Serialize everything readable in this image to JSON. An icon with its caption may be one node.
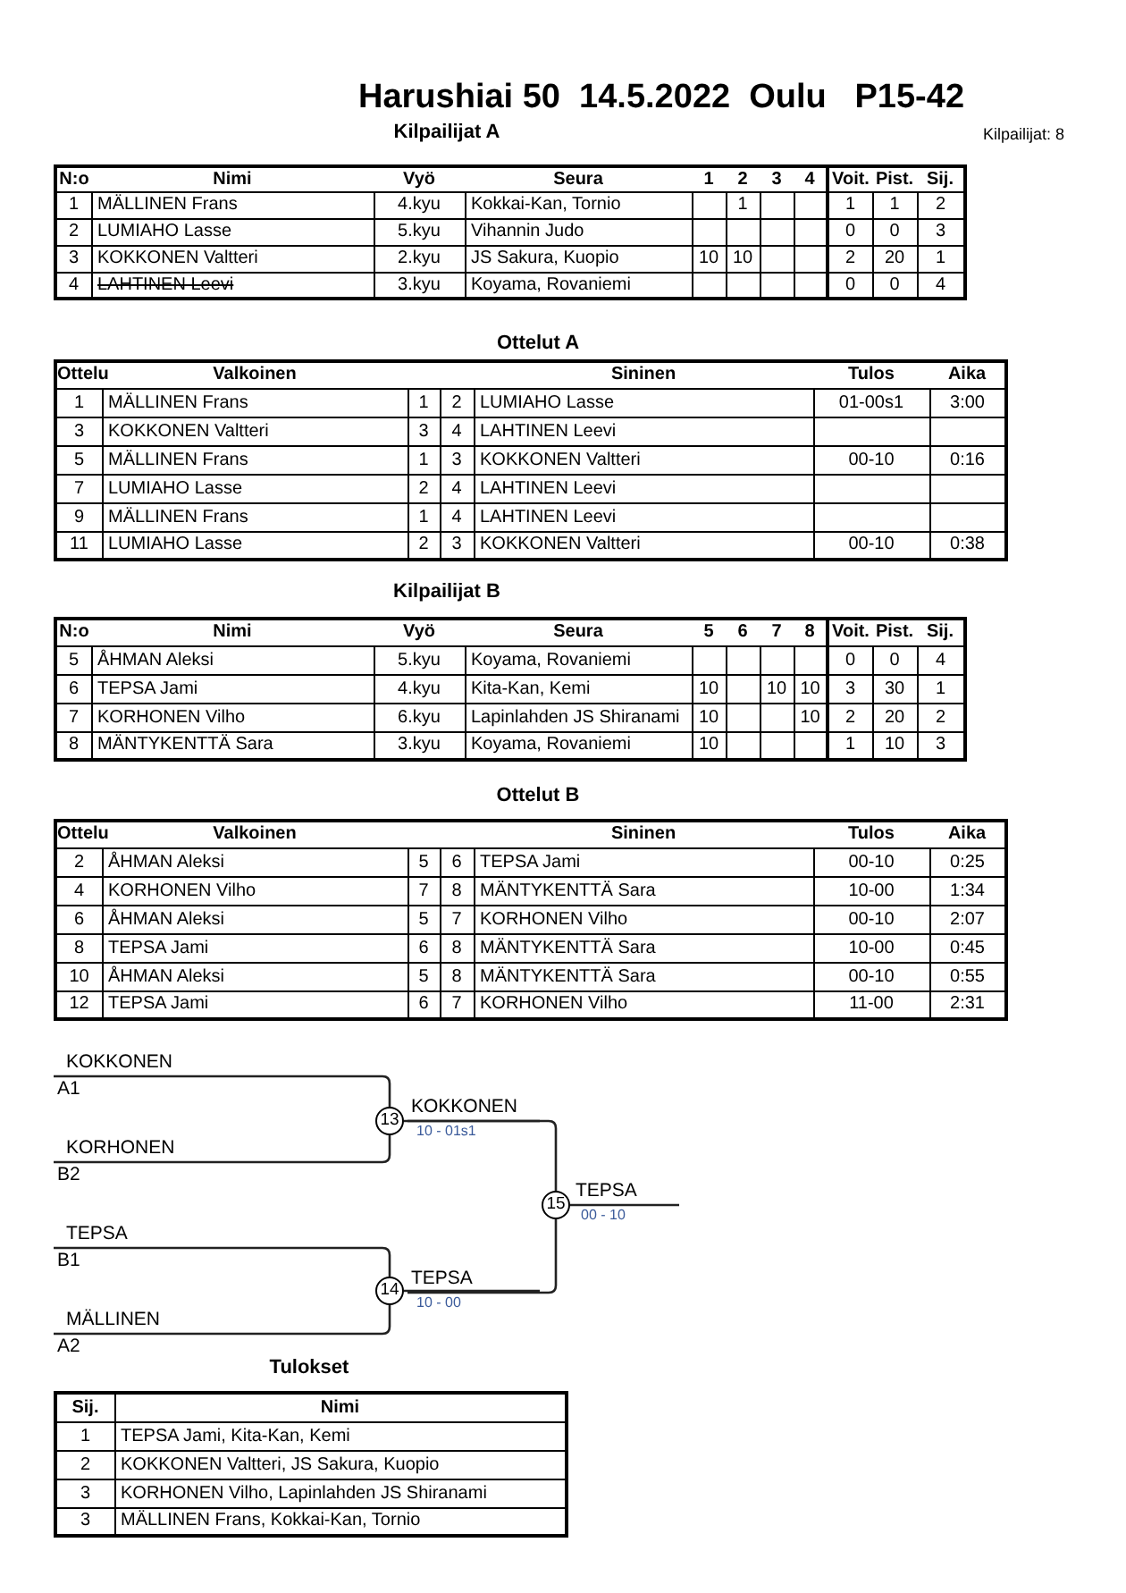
{
  "diagram": {
    "title": "Harushiai 50  14.5.2022  Oulu   P15-42",
    "nodes": [
      {
        "text": [
          "KOKKONEN",
          "A1"
        ]
      },
      {
        "text": [
          "13"
        ]
      },
      {
        "text": [
          "KOKKONEN",
          "10 - 01s1"
        ]
      },
      {
        "text": [
          "KORHONEN",
          "B2"
        ]
      },
      {
        "text": [
          "15"
        ]
      },
      {
        "text": [
          "TEPSA",
          "00 - 10"
        ]
      },
      {
        "text": [
          "TEPSA",
          "B1"
        ]
      },
      {
        "text": [
          "14"
        ]
      },
      {
        "text": [
          "TEPSA",
          "10 - 00"
        ]
      },
      {
        "text": [
          "MÄLLINEN",
          "A2"
        ]
      }
    ],
    "edges": [
      {
        "from": 0,
        "to": 1,
        "arrow": "none"
      },
      {
        "from": 3,
        "to": 1,
        "arrow": "none"
      },
      {
        "from": 1,
        "to": 2,
        "arrow": "none"
      },
      {
        "from": 2,
        "to": 4,
        "arrow": "none"
      },
      {
        "from": 4,
        "to": 5,
        "arrow": "none"
      },
      {
        "from": 6,
        "to": 7,
        "arrow": "none"
      },
      {
        "from": 9,
        "to": 7,
        "arrow": "none"
      },
      {
        "from": 7,
        "to": 8,
        "arrow": "none"
      },
      {
        "from": 8,
        "to": 4,
        "arrow": "none"
      }
    ],
    "labels": [
      "Kilpailijat A",
      "Kilpailijat: 8",
      "N:o",
      "Nimi",
      "Vyö",
      "Seura",
      "1",
      "2",
      "3",
      "4",
      "Voit.",
      "Pist.",
      "Sij.",
      "1",
      "MÄLLINEN Frans",
      "4.kyu",
      "Kokkai-Kan, Tornio",
      "1",
      "1",
      "1",
      "2",
      "2",
      "LUMIAHO Lasse",
      "5.kyu",
      "Vihannin Judo",
      "0",
      "0",
      "3",
      "3",
      "KOKKONEN Valtteri",
      "2.kyu",
      "JS Sakura, Kuopio",
      "10",
      "10",
      "2",
      "20",
      "1",
      "4",
      "LAHTINEN Leevi",
      "3.kyu",
      "Koyama, Rovaniemi",
      "0",
      "0",
      "4",
      "Ottelut A",
      "Ottelu",
      "Valkoinen",
      "Sininen",
      "Tulos",
      "Aika",
      "1",
      "MÄLLINEN Frans",
      "1",
      "2",
      "LUMIAHO Lasse",
      "01-00s1",
      "3:00",
      "3",
      "KOKKONEN Valtteri",
      "3",
      "4",
      "LAHTINEN Leevi",
      "5",
      "MÄLLINEN Frans",
      "1",
      "3",
      "KOKKONEN Valtteri",
      "00-10",
      "0:16",
      "7",
      "LUMIAHO Lasse",
      "2",
      "4",
      "LAHTINEN Leevi",
      "9",
      "MÄLLINEN Frans",
      "1",
      "4",
      "LAHTINEN Leevi",
      "11",
      "LUMIAHO Lasse",
      "2",
      "3",
      "KOKKONEN Valtteri",
      "00-10",
      "0:38",
      "Kilpailijat B",
      "N:o",
      "Nimi",
      "Vyö",
      "Seura",
      "5",
      "6",
      "7",
      "8",
      "Voit.",
      "Pist.",
      "Sij.",
      "5",
      "ÅHMAN Aleksi",
      "5.kyu",
      "Koyama, Rovaniemi",
      "0",
      "0",
      "4",
      "6",
      "TEPSA Jami",
      "4.kyu",
      "Kita-Kan, Kemi",
      "10",
      "10",
      "10",
      "3",
      "30",
      "1",
      "7",
      "KORHONEN Vilho",
      "6.kyu",
      "Lapinlahden JS Shiranami",
      "10",
      "10",
      "2",
      "20",
      "2",
      "8",
      "MÄNTYKENTTÄ Sara",
      "3.kyu",
      "Koyama, Rovaniemi",
      "10",
      "1",
      "10",
      "3",
      "Ottelut B",
      "Ottelu",
      "Valkoinen",
      "Sininen",
      "Tulos",
      "Aika",
      "2",
      "ÅHMAN Aleksi",
      "5",
      "6",
      "TEPSA Jami",
      "00-10",
      "0:25",
      "4",
      "KORHONEN Vilho",
      "7",
      "8",
      "MÄNTYKENTTÄ Sara",
      "10-00",
      "1:34",
      "6",
      "ÅHMAN Aleksi",
      "5",
      "7",
      "KORHONEN Vilho",
      "00-10",
      "2:07",
      "8",
      "TEPSA Jami",
      "6",
      "8",
      "MÄNTYKENTTÄ Sara",
      "10-00",
      "0:45",
      "10",
      "ÅHMAN Aleksi",
      "5",
      "8",
      "MÄNTYKENTTÄ Sara",
      "00-10",
      "0:55",
      "12",
      "TEPSA Jami",
      "6",
      "7",
      "KORHONEN Vilho",
      "11-00",
      "2:31",
      "Tulokset",
      "Sij.",
      "Nimi",
      "1",
      "TEPSA Jami, Kita-Kan, Kemi",
      "2",
      "KOKKONEN Valtteri, JS Sakura, Kuopio",
      "3",
      "KORHONEN Vilho, Lapinlahden JS Shiranami",
      "3",
      "MÄLLINEN Frans, Kokkai-Kan, Tornio"
    ]
  }
}
